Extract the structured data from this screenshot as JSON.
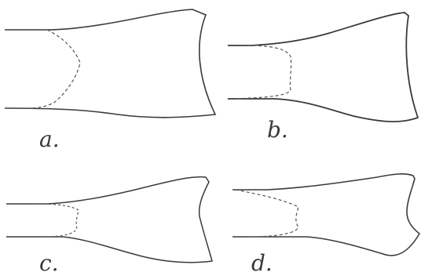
{
  "figure": {
    "panels": [
      {
        "id": "a",
        "label": "a."
      },
      {
        "id": "b",
        "label": "b."
      },
      {
        "id": "c",
        "label": "c."
      },
      {
        "id": "d",
        "label": "d."
      }
    ],
    "colors": {
      "outline": "#3a3a3a",
      "dashed": "#555555",
      "background": "#ffffff"
    }
  }
}
